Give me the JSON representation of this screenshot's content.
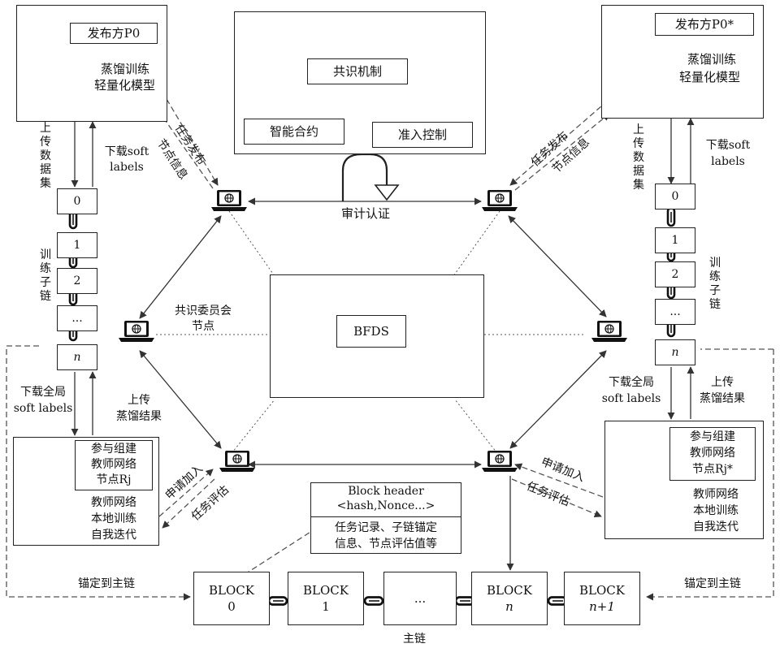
{
  "publisher_left": {
    "label": "发布方P0",
    "model": [
      "蒸馏训练",
      "轻量化模型"
    ]
  },
  "publisher_right": {
    "label": "发布方P0*",
    "model": [
      "蒸馏训练",
      "轻量化模型"
    ]
  },
  "consensus_panel": {
    "mechanism": "共识机制",
    "smart_contract": "智能合约",
    "access_control": "准入控制"
  },
  "audit_label": "审计认证",
  "center": {
    "label": "BFDS"
  },
  "committee_label": [
    "共识委员会",
    "节点"
  ],
  "left_edges": {
    "upload_dataset": "上传数据集",
    "download_soft_labels": [
      "下载soft",
      "labels"
    ],
    "train_subchain": "训练子链",
    "task_publish": "任务发布",
    "node_info": "节点信息",
    "download_global": [
      "下载全局",
      "soft labels"
    ],
    "upload_distill": [
      "上传",
      "蒸馏结果"
    ],
    "apply_join": "申请加入",
    "task_eval": "任务评估",
    "anchor_main": "锚定到主链"
  },
  "right_edges": {
    "upload_dataset": "上传数据集",
    "download_soft_labels": [
      "下载soft",
      "labels"
    ],
    "train_subchain": "训练子链",
    "task_publish": "任务发布",
    "node_info": "节点信息",
    "download_global": [
      "下载全局",
      "soft labels"
    ],
    "upload_distill": [
      "上传",
      "蒸馏结果"
    ],
    "apply_join": "申请加入",
    "task_eval": "任务评估",
    "anchor_main": "锚定到主链"
  },
  "left_subchain": [
    "0",
    "1",
    "2",
    "...",
    "n"
  ],
  "right_subchain": [
    "0",
    "1",
    "2",
    "...",
    "n"
  ],
  "teacher_left": {
    "title": [
      "参与组建",
      "教师网络",
      "节点Rj"
    ],
    "desc": [
      "教师网络",
      "本地训练",
      "自我迭代"
    ]
  },
  "teacher_right": {
    "title": [
      "参与组建",
      "教师网络",
      "节点Rj*"
    ],
    "desc": [
      "教师网络",
      "本地训练",
      "自我迭代"
    ]
  },
  "block_header": {
    "title": "Block header",
    "fields": "<hash,Nonce...>",
    "content": [
      "任务记录、子链锚定",
      "信息、节点评估值等"
    ]
  },
  "main_chain": {
    "blocks": [
      {
        "name": "BLOCK",
        "index": "0"
      },
      {
        "name": "BLOCK",
        "index": "1"
      },
      {
        "name": "",
        "index": "..."
      },
      {
        "name": "BLOCK",
        "index": "n"
      },
      {
        "name": "BLOCK",
        "index": "n+1"
      }
    ],
    "label": "主链"
  }
}
